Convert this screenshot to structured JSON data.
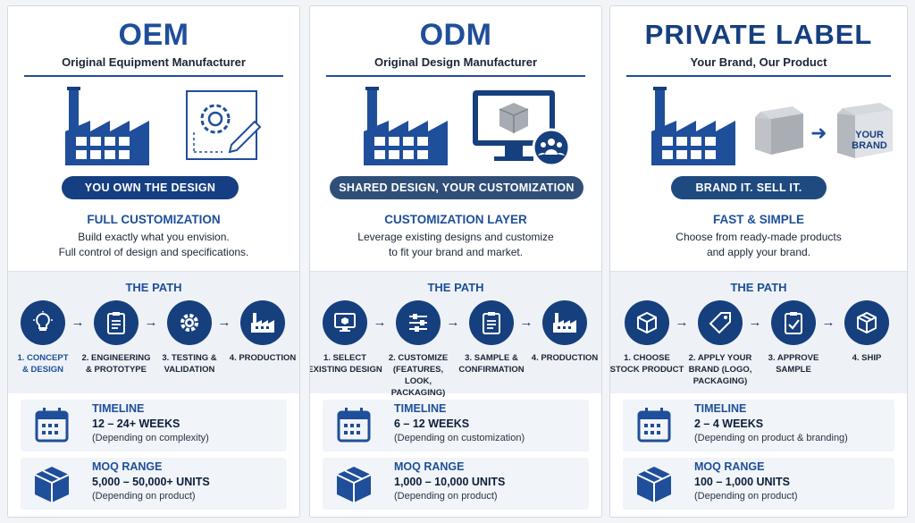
{
  "cards": [
    {
      "title": "OEM",
      "subtitle": "Original Equipment Manufacturer",
      "tagline": "YOU OWN THE DESIGN",
      "feature_title": "FULL CUSTOMIZATION",
      "feature_desc_1": "Build exactly what you envision.",
      "feature_desc_2": "Full control of design and specifications.",
      "path_title": "THE PATH",
      "steps": [
        {
          "line1": "1. CONCEPT",
          "line2": "& DESIGN",
          "line3": "",
          "icon": "lightbulb-icon"
        },
        {
          "line1": "2. ENGINEERING",
          "line2": "& PROTOTYPE",
          "line3": "",
          "icon": "clipboard-icon"
        },
        {
          "line1": "3. TESTING &",
          "line2": "VALIDATION",
          "line3": "",
          "icon": "gear-icon"
        },
        {
          "line1": "4. PRODUCTION",
          "line2": "",
          "line3": "",
          "icon": "factory-icon"
        }
      ],
      "timeline_title": "TIMELINE",
      "timeline_value": "12 – 24+ WEEKS",
      "timeline_note": "(Depending on complexity)",
      "moq_title": "MOQ RANGE",
      "moq_value": "5,000 – 50,000+ UNITS",
      "moq_note": "(Depending on product)"
    },
    {
      "title": "ODM",
      "subtitle": "Original Design Manufacturer",
      "tagline": "SHARED DESIGN, YOUR CUSTOMIZATION",
      "feature_title": "CUSTOMIZATION LAYER",
      "feature_desc_1": "Leverage existing designs and customize",
      "feature_desc_2": "to fit your brand and market.",
      "path_title": "THE PATH",
      "steps": [
        {
          "line1": "1. SELECT",
          "line2": "EXISTING DESIGN",
          "line3": "",
          "icon": "monitor-icon"
        },
        {
          "line1": "2. CUSTOMIZE",
          "line2": "(FEATURES, LOOK,",
          "line3": "PACKAGING)",
          "icon": "sliders-icon"
        },
        {
          "line1": "3. SAMPLE &",
          "line2": "CONFIRMATION",
          "line3": "",
          "icon": "clipboard-icon"
        },
        {
          "line1": "4. PRODUCTION",
          "line2": "",
          "line3": "",
          "icon": "factory-icon"
        }
      ],
      "timeline_title": "TIMELINE",
      "timeline_value": "6 – 12 WEEKS",
      "timeline_note": "(Depending on customization)",
      "moq_title": "MOQ RANGE",
      "moq_value": "1,000 – 10,000 UNITS",
      "moq_note": "(Depending on product)"
    },
    {
      "title": "PRIVATE LABEL",
      "subtitle": "Your Brand, Our Product",
      "tagline": "BRAND IT. SELL IT.",
      "box_label_1": "YOUR",
      "box_label_2": "BRAND",
      "feature_title": "FAST & SIMPLE",
      "feature_desc_1": "Choose from ready-made products",
      "feature_desc_2": "and apply your brand.",
      "path_title": "THE PATH",
      "steps": [
        {
          "line1": "1. CHOOSE",
          "line2": "STOCK PRODUCT",
          "line3": "",
          "icon": "box-icon"
        },
        {
          "line1": "2. APPLY YOUR",
          "line2": "BRAND (LOGO,",
          "line3": "PACKAGING)",
          "icon": "tag-icon"
        },
        {
          "line1": "3. APPROVE",
          "line2": "SAMPLE",
          "line3": "",
          "icon": "checklist-icon"
        },
        {
          "line1": "4. SHIP",
          "line2": "",
          "line3": "",
          "icon": "package-icon"
        }
      ],
      "timeline_title": "TIMELINE",
      "timeline_value": "2 – 4 WEEKS",
      "timeline_note": "(Depending on product & branding)",
      "moq_title": "MOQ RANGE",
      "moq_value": "100 – 1,000 UNITS",
      "moq_note": "(Depending on product)"
    }
  ],
  "colors": {
    "primary": "#1f4e9b",
    "navy": "#163f7e",
    "text": "#1b2536",
    "panel": "#eef2f7"
  }
}
